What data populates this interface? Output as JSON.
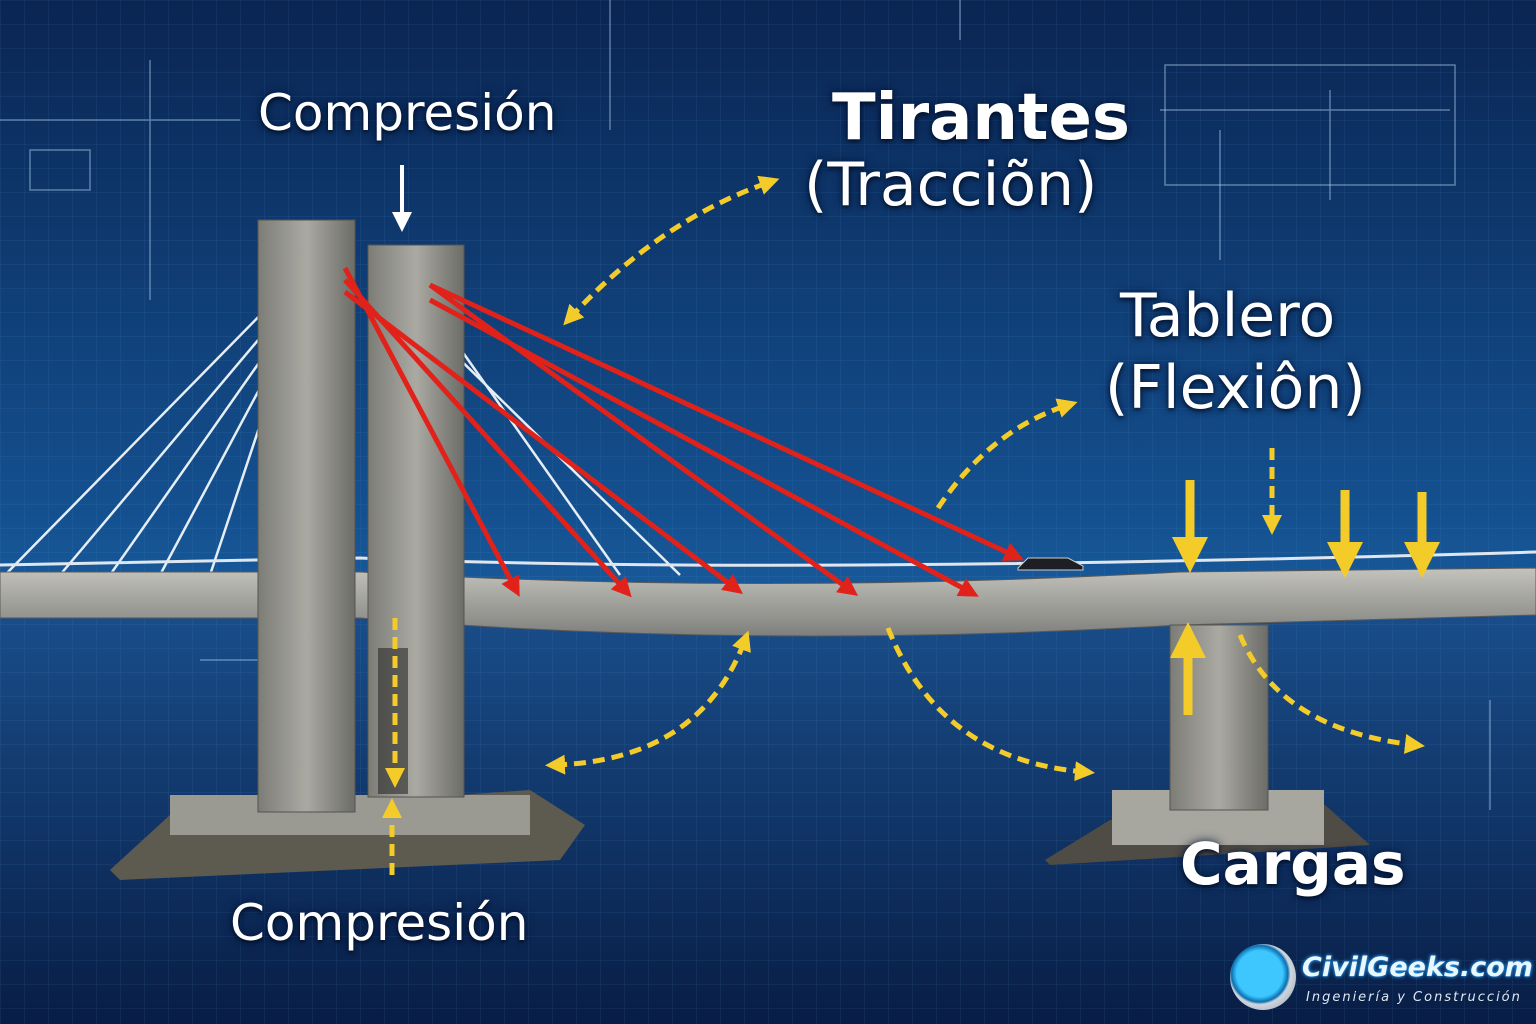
{
  "labels": {
    "top_compression": "Compresión",
    "cables_title": "Tirantes",
    "cables_subtitle": "(Tracciõn)",
    "deck_title": "Tablero",
    "deck_subtitle": "(Flexiôn)",
    "loads": "Cargas",
    "bottom_compression": "Compresión"
  },
  "logo": {
    "name": "CivilGeeks.com",
    "tagline": "Ingeniería y Construcción"
  },
  "colors": {
    "background": "#0b2a5a",
    "cable_tension": "#e0221a",
    "force_arrow": "#f4cc2a",
    "concrete": "#9a9a94"
  }
}
